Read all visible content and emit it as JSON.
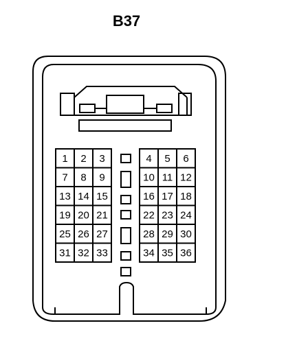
{
  "connector": {
    "title": "B37",
    "left_block": [
      [
        "1",
        "2",
        "3"
      ],
      [
        "7",
        "8",
        "9"
      ],
      [
        "13",
        "14",
        "15"
      ],
      [
        "19",
        "20",
        "21"
      ],
      [
        "25",
        "26",
        "27"
      ],
      [
        "31",
        "32",
        "33"
      ]
    ],
    "right_block": [
      [
        "4",
        "5",
        "6"
      ],
      [
        "10",
        "11",
        "12"
      ],
      [
        "16",
        "17",
        "18"
      ],
      [
        "22",
        "23",
        "24"
      ],
      [
        "28",
        "29",
        "30"
      ],
      [
        "34",
        "35",
        "36"
      ]
    ]
  }
}
